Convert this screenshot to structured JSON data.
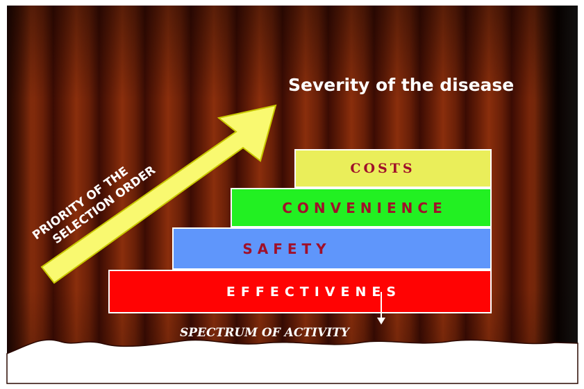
{
  "slide": {
    "title": "Severity of the disease",
    "arrow_label_line1": "PRIORITY OF THE",
    "arrow_label_line2": "SELECTION ORDER",
    "steps": [
      {
        "label": "COSTS",
        "color": "#eaee5a"
      },
      {
        "label": "CONVENIENCE",
        "color": "#22f022"
      },
      {
        "label": "SAFETY",
        "color": "#5f96fb"
      },
      {
        "label": "EFFECTIVENES",
        "color": "#ff0303"
      }
    ],
    "footnote": "SPECTRUM OF ACTIVITY",
    "colors": {
      "curtain": "#6a2008",
      "arrow_fill": "#f9f970",
      "text_dark_red": "#a0102a",
      "title_text": "#ffffff"
    }
  }
}
